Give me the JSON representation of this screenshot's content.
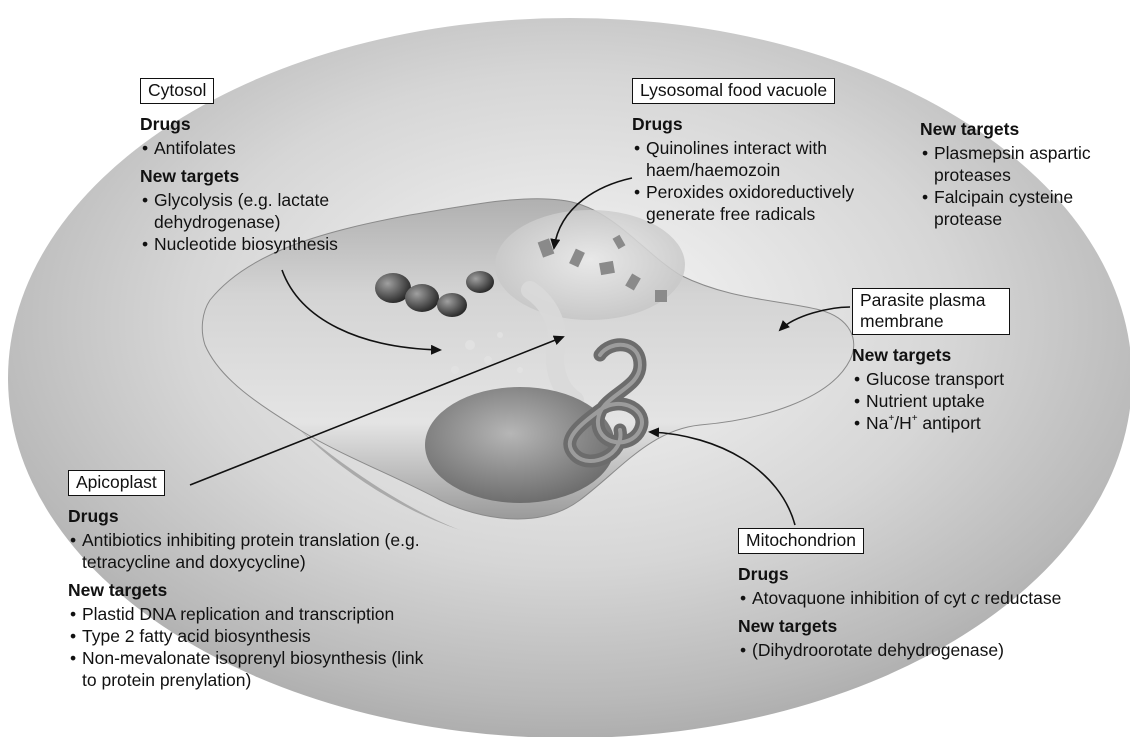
{
  "compartments": {
    "cytosol": {
      "label": "Cytosol",
      "drugs_heading": "Drugs",
      "drugs": [
        "Antifolates"
      ],
      "targets_heading": "New targets",
      "targets": [
        "Glycolysis (e.g. lactate dehydrogenase)",
        "Nucleotide biosynthesis"
      ]
    },
    "food_vacuole": {
      "label": "Lysosomal food vacuole",
      "drugs_heading": "Drugs",
      "drugs": [
        "Quinolines interact with haem/haemozoin",
        "Peroxides oxidoreductively generate free radicals"
      ],
      "targets_heading": "New targets",
      "targets": [
        "Plasmepsin aspartic proteases",
        "Falcipain cysteine protease"
      ]
    },
    "plasma_membrane": {
      "label": "Parasite plasma membrane",
      "targets_heading": "New targets",
      "targets": [
        "Glucose transport",
        "Nutrient uptake"
      ],
      "antiport": {
        "pre": "Na",
        "sup1": "+",
        "mid": "/H",
        "sup2": "+",
        "post": " antiport"
      }
    },
    "apicoplast": {
      "label": "Apicoplast",
      "drugs_heading": "Drugs",
      "drugs": [
        "Antibiotics inhibiting protein translation (e.g. tetracycline and doxycycline)"
      ],
      "targets_heading": "New targets",
      "targets": [
        "Plastid DNA replication and transcription",
        "Type 2 fatty acid biosynthesis",
        "Non-mevalonate isoprenyl biosynthesis (link to protein prenylation)"
      ]
    },
    "mitochondrion": {
      "label": "Mitochondrion",
      "drugs_heading": "Drugs",
      "drug_pre": "Atovaquone inhibition of cyt ",
      "drug_italic": "c",
      "drug_post": " reductase",
      "targets_heading": "New targets",
      "targets": [
        "(Dihydroorotate dehydrogenase)"
      ]
    }
  }
}
